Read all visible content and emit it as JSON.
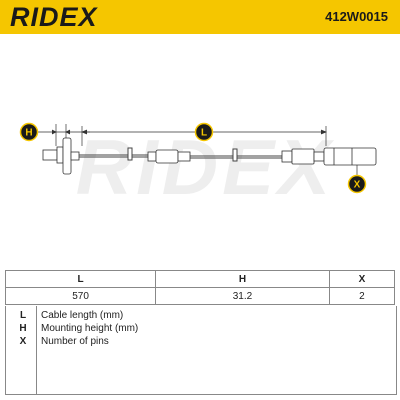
{
  "header": {
    "brand": "RIDEX",
    "part_number": "412W0015"
  },
  "drawing": {
    "markers": [
      {
        "key": "H"
      },
      {
        "key": "L"
      },
      {
        "key": "X"
      }
    ],
    "watermark": "RIDEX"
  },
  "table": {
    "headers": [
      "L",
      "H",
      "X"
    ],
    "values": [
      "570",
      "31.2",
      "2"
    ]
  },
  "legend": [
    {
      "key": "L",
      "description": "Cable length (mm)"
    },
    {
      "key": "H",
      "description": "Mounting height (mm)"
    },
    {
      "key": "X",
      "description": "Number of pins"
    }
  ]
}
